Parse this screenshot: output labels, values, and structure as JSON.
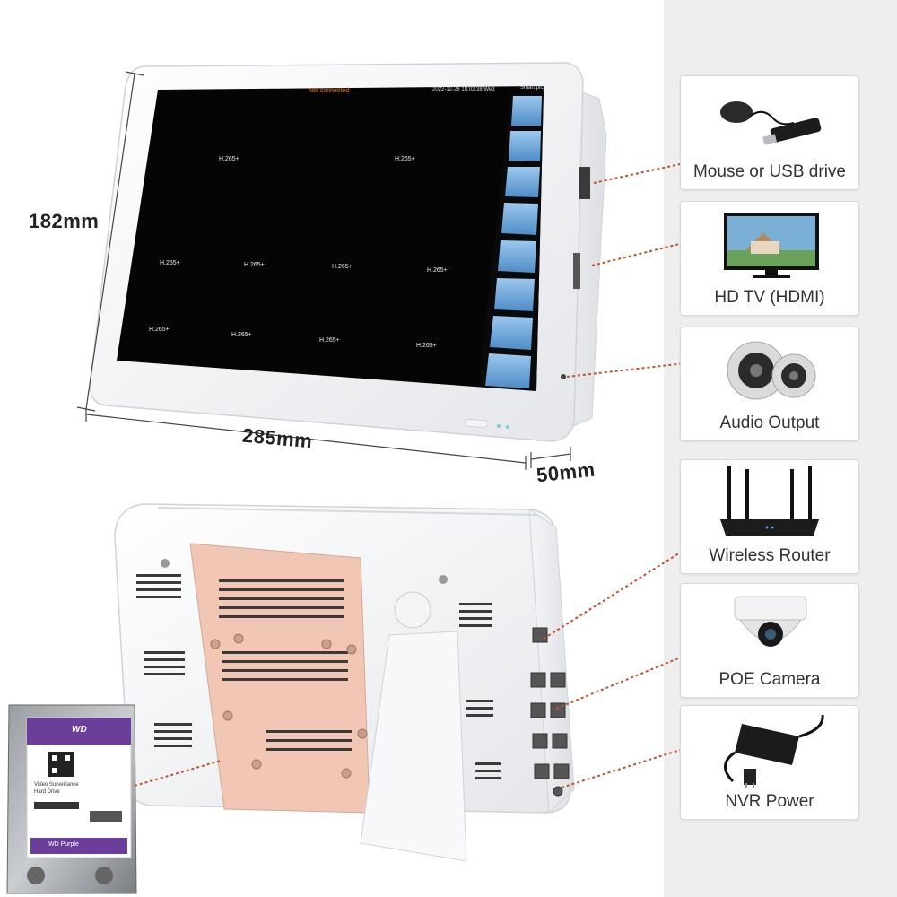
{
  "dimensions": {
    "height": "182mm",
    "width": "285mm",
    "depth": "50mm"
  },
  "screen": {
    "status_text": "Not connected",
    "datetime": "2022-12-28 18:02:38 Wed",
    "smart_label": "Smart pics",
    "channel_label": "H.265+"
  },
  "accessories": [
    {
      "label": "Mouse or USB drive",
      "icon": "mouse-usb-icon"
    },
    {
      "label": "HD TV (HDMI)",
      "icon": "tv-icon"
    },
    {
      "label": "Audio Output",
      "icon": "speaker-icon"
    },
    {
      "label": "Wireless Router",
      "icon": "router-icon"
    },
    {
      "label": "POE Camera",
      "icon": "dome-camera-icon"
    },
    {
      "label": "NVR Power",
      "icon": "power-adapter-icon"
    }
  ],
  "hdd": {
    "brand": "WD",
    "line1": "Video Surveillance",
    "line2": "Hard Drive",
    "product": "WD Purple"
  },
  "colors": {
    "connector": "#c0522a",
    "hdd_purple": "#6b3f99",
    "backplate": "#f2c6b4",
    "screen": "#050505",
    "thumb": "#6ea7d8"
  }
}
